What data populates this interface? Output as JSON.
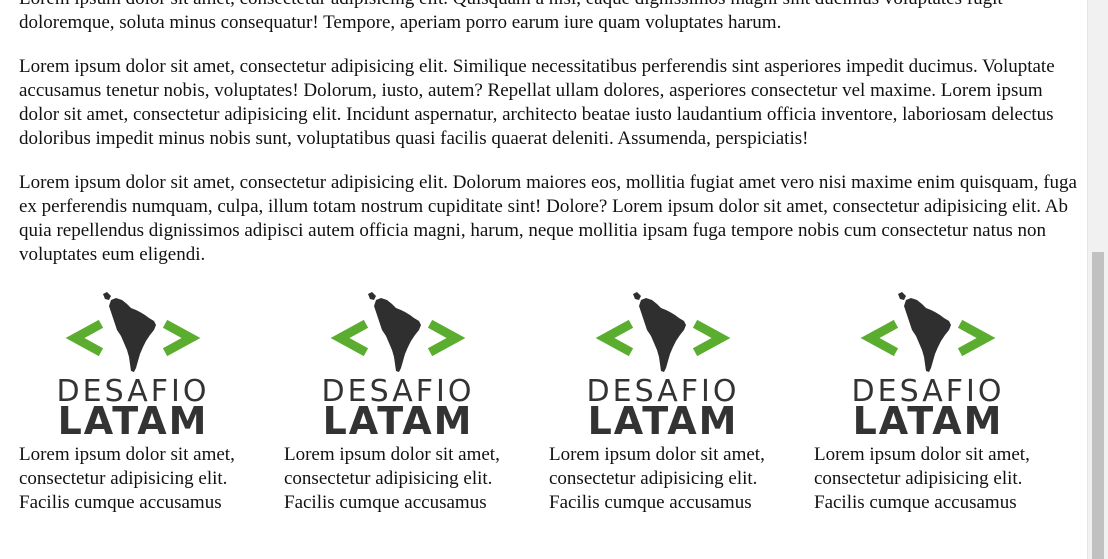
{
  "paragraphs": [
    "Lorem ipsum dolor sit amet, consectetur adipisicing elit. Quisquam a nisi, eaque dignissimos magni sint ducimus voluptates fugit doloremque, soluta minus consequatur! Tempore, aperiam porro earum iure quam voluptates harum.",
    "Lorem ipsum dolor sit amet, consectetur adipisicing elit. Similique necessitatibus perferendis sint asperiores impedit ducimus. Voluptate accusamus tenetur nobis, voluptates! Dolorum, iusto, autem? Repellat ullam dolores, asperiores consectetur vel maxime. Lorem ipsum dolor sit amet, consectetur adipisicing elit. Incidunt aspernatur, architecto beatae iusto laudantium officia inventore, laboriosam delectus doloribus impedit minus nobis sunt, voluptatibus quasi facilis quaerat deleniti. Assumenda, perspiciatis!",
    "Lorem ipsum dolor sit amet, consectetur adipisicing elit. Dolorum maiores eos, mollitia fugiat amet vero nisi maxime enim quisquam, fuga ex perferendis numquam, culpa, illum totam nostrum cupiditate sint! Dolore? Lorem ipsum dolor sit amet, consectetur adipisicing elit. Ab quia repellendus dignissimos adipisci autem officia magni, harum, neque mollitia ipsam fuga tempore nobis cum consectetur natus non voluptates eum eligendi."
  ],
  "logo": {
    "line1": "DESAFIO",
    "line2": "LATAM",
    "bracket_left": "<",
    "bracket_right": ">",
    "accent_color": "#5aad2e",
    "dark_color": "#333333"
  },
  "cards": [
    {
      "text": "Lorem ipsum dolor sit amet, consectetur adipisicing elit. Facilis cumque accusamus"
    },
    {
      "text": "Lorem ipsum dolor sit amet, consectetur adipisicing elit. Facilis cumque accusamus"
    },
    {
      "text": "Lorem ipsum dolor sit amet, consectetur adipisicing elit. Facilis cumque accusamus"
    },
    {
      "text": "Lorem ipsum dolor sit amet, consectetur adipisicing elit. Facilis cumque accusamus"
    }
  ]
}
